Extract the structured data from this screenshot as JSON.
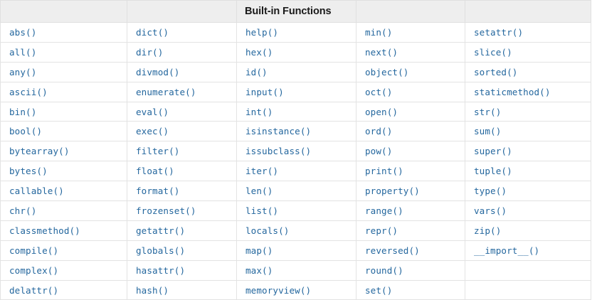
{
  "table": {
    "name": "built-in-functions-table",
    "title": "Built-in Functions",
    "title_column_index": 2,
    "header": [
      "",
      "",
      "Built-in Functions",
      "",
      ""
    ],
    "column_count": 5,
    "row_count": 14,
    "colors": {
      "header_background": "#eeeeee",
      "header_text": "#1a1a1a",
      "cell_text": "#24679e",
      "cell_background": "#ffffff",
      "border": "#e3e3e3"
    },
    "rows": [
      [
        "abs()",
        "dict()",
        "help()",
        "min()",
        "setattr()"
      ],
      [
        "all()",
        "dir()",
        "hex()",
        "next()",
        "slice()"
      ],
      [
        "any()",
        "divmod()",
        "id()",
        "object()",
        "sorted()"
      ],
      [
        "ascii()",
        "enumerate()",
        "input()",
        "oct()",
        "staticmethod()"
      ],
      [
        "bin()",
        "eval()",
        "int()",
        "open()",
        "str()"
      ],
      [
        "bool()",
        "exec()",
        "isinstance()",
        "ord()",
        "sum()"
      ],
      [
        "bytearray()",
        "filter()",
        "issubclass()",
        "pow()",
        "super()"
      ],
      [
        "bytes()",
        "float()",
        "iter()",
        "print()",
        "tuple()"
      ],
      [
        "callable()",
        "format()",
        "len()",
        "property()",
        "type()"
      ],
      [
        "chr()",
        "frozenset()",
        "list()",
        "range()",
        "vars()"
      ],
      [
        "classmethod()",
        "getattr()",
        "locals()",
        "repr()",
        "zip()"
      ],
      [
        "compile()",
        "globals()",
        "map()",
        "reversed()",
        "__import__()"
      ],
      [
        "complex()",
        "hasattr()",
        "max()",
        "round()",
        ""
      ],
      [
        "delattr()",
        "hash()",
        "memoryview()",
        "set()",
        ""
      ]
    ]
  }
}
